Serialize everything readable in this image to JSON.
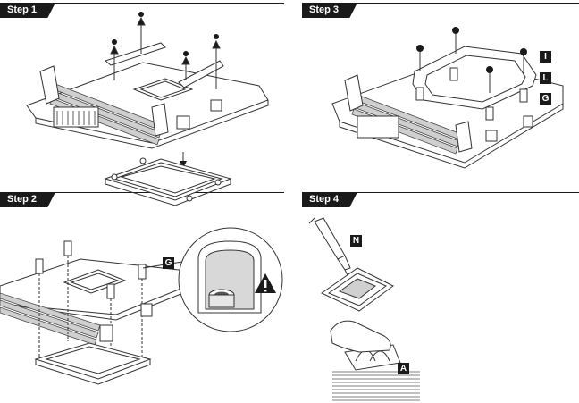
{
  "steps": [
    {
      "label": "Step 1"
    },
    {
      "label": "Step 2"
    },
    {
      "label": "Step 3"
    },
    {
      "label": "Step 4"
    }
  ],
  "badges": {
    "step2": [
      "G"
    ],
    "step3": [
      "I",
      "L",
      "G"
    ],
    "step4": [
      "N",
      "A"
    ]
  },
  "warning_icon": "warning-triangle-icon",
  "colors": {
    "ink": "#1a1a1a",
    "background": "#ffffff"
  }
}
